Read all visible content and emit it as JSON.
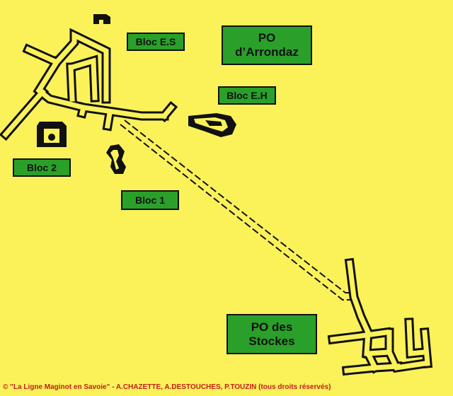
{
  "labels": {
    "bloc_es": "Bloc E.S",
    "po_arrondaz_line1": "PO",
    "po_arrondaz_line2": "d’Arrondaz",
    "bloc_eh": "Bloc E.H",
    "bloc_2": "Bloc 2",
    "bloc_1": "Bloc 1",
    "po_stockes_line1": "PO des",
    "po_stockes_line2": "Stockes"
  },
  "copyright": "© \"La Ligne Maginot en Savoie\" - A.CHAZETTE, A.DESTOUCHES, P.TOUZIN (tous droits réservés)",
  "colors": {
    "background": "#fbf25a",
    "label_fill": "#2aa02a",
    "structure": "#111111",
    "copyright": "#c41c1c"
  }
}
